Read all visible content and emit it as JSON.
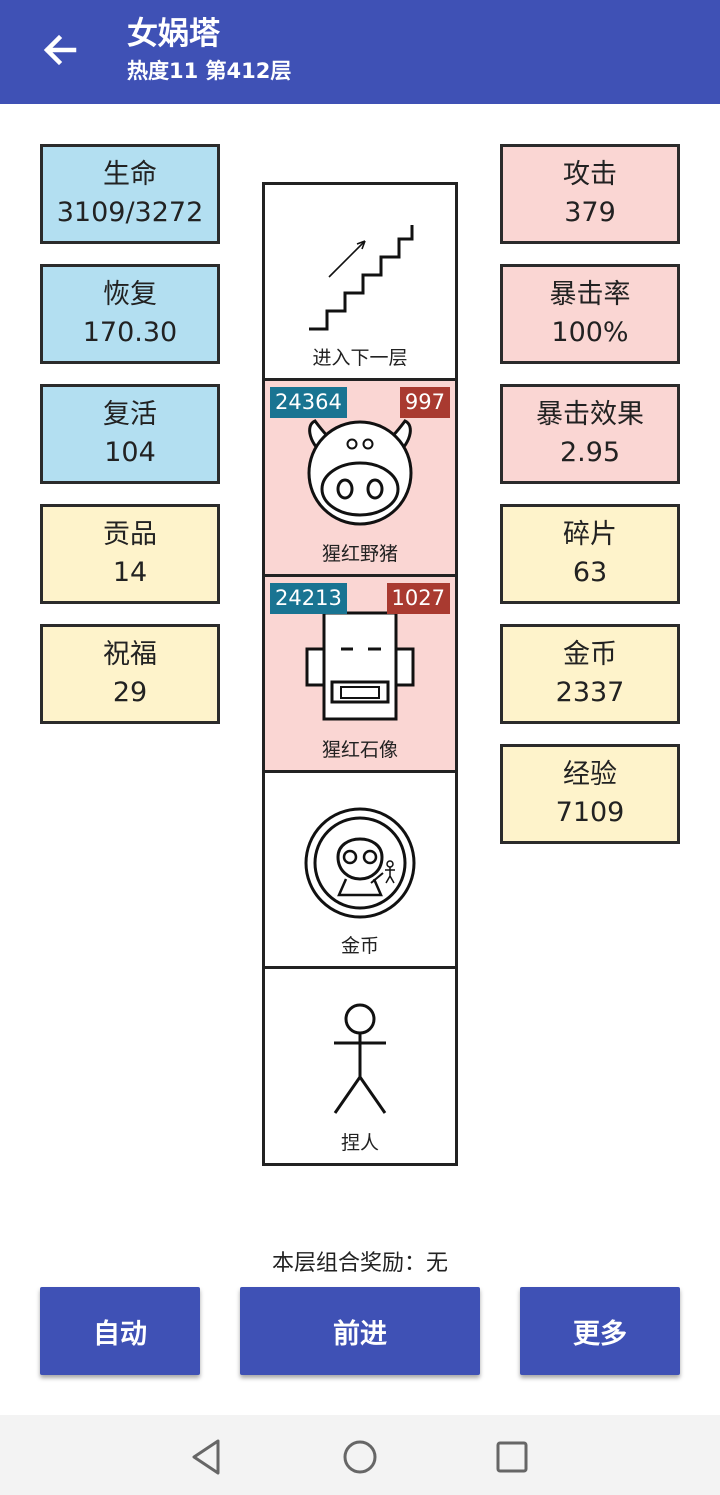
{
  "header": {
    "title": "女娲塔",
    "subtitle": "热度11 第412层",
    "back_icon": "arrow-left-icon"
  },
  "stats_left": [
    {
      "label": "生命",
      "value": "3109/3272",
      "color": "#b3dff1"
    },
    {
      "label": "恢复",
      "value": "170.30",
      "color": "#b3dff1"
    },
    {
      "label": "复活",
      "value": "104",
      "color": "#b3dff1"
    },
    {
      "label": "贡品",
      "value": "14",
      "color": "#fef3cb"
    },
    {
      "label": "祝福",
      "value": "29",
      "color": "#fef3cb"
    }
  ],
  "stats_right": [
    {
      "label": "攻击",
      "value": "379",
      "color": "#fad6d3"
    },
    {
      "label": "暴击率",
      "value": "100%",
      "color": "#fad6d3"
    },
    {
      "label": "暴击效果",
      "value": "2.95",
      "color": "#fad6d3"
    },
    {
      "label": "碎片",
      "value": "63",
      "color": "#fef3cb"
    },
    {
      "label": "金币",
      "value": "2337",
      "color": "#fef3cb"
    },
    {
      "label": "经验",
      "value": "7109",
      "color": "#fef3cb"
    }
  ],
  "tower": [
    {
      "name": "进入下一层",
      "icon": "stairs-icon"
    },
    {
      "name": "猩红野猪",
      "icon": "pig-icon",
      "hp": "24364",
      "atk": "997"
    },
    {
      "name": "猩红石像",
      "icon": "robot-statue-icon",
      "hp": "24213",
      "atk": "1027"
    },
    {
      "name": "金币",
      "icon": "coin-icon"
    },
    {
      "name": "捏人",
      "icon": "stick-figure-icon"
    }
  ],
  "combo_reward": "本层组合奖励：无",
  "buttons": {
    "auto": "自动",
    "advance": "前进",
    "more": "更多"
  },
  "colors": {
    "primary": "#3f51b5",
    "stat_blue": "#b3dff1",
    "stat_pink": "#fad6d3",
    "stat_yellow": "#fef3cb",
    "enemy_bg": "#fad6d3",
    "hp_badge": "#197492",
    "atk_badge": "#a93a30"
  }
}
